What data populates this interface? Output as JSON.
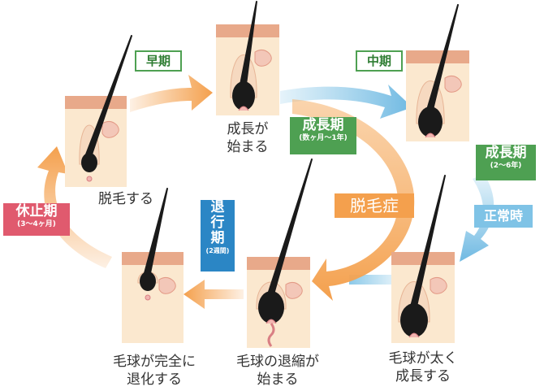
{
  "phases": {
    "early": "早期",
    "middle": "中期",
    "anagen": {
      "title": "成長期",
      "duration": "(数ヶ月〜1年)"
    },
    "anagen_normal": {
      "title": "成長期",
      "duration": "(2〜6年)"
    },
    "telogen": {
      "title": "休止期",
      "duration": "(3〜4ヶ月)"
    },
    "catagen": {
      "title": "退\n行\n期",
      "duration": "(2週間)"
    }
  },
  "arrow_labels": {
    "hair_loss_condition": "脱毛症",
    "normal": "正常時"
  },
  "stages": {
    "shedding": "脱毛する",
    "growth_start": "成長が\n始まる",
    "bulb_thickens": "毛球が太く\n成長する",
    "shrink_start": "毛球の退縮が\n始まる",
    "fully_regressed": "毛球が完全に\n退化する"
  },
  "colors": {
    "orange_arrow": "#f4a04d",
    "blue_arrow": "#7fc3e6",
    "green_tag": "#4ea052",
    "telogen_tag": "#e05a6e",
    "catagen_tag": "#2b86c5",
    "skin_top": "#e8a98a",
    "skin_body": "#fbe8cf",
    "hair": "#1a1a1a"
  }
}
